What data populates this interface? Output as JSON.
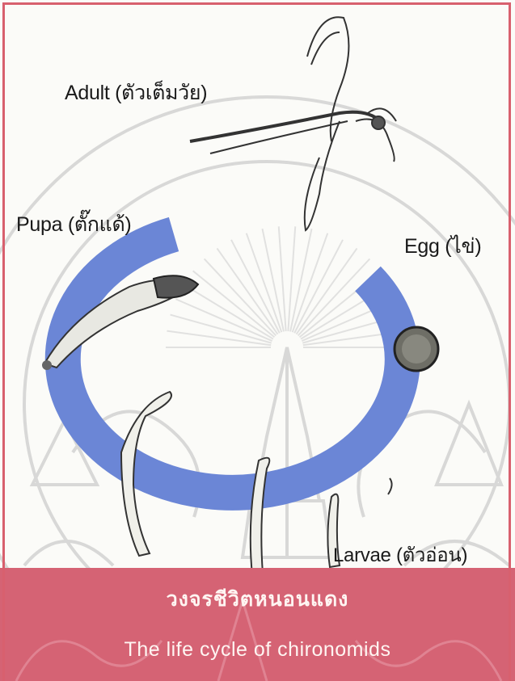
{
  "labels": {
    "adult": "Adult (ตัวเต็มวัย)",
    "pupa": "Pupa (ตั๊กแด้)",
    "egg": "Egg (ไข่)",
    "larvae": "Larvae (ตัวอ่อน)"
  },
  "caption": {
    "thai": "วงจรชีวิตหนอนแดง",
    "english": "The life cycle of chironomids"
  },
  "colors": {
    "cycle_ring": "#6b86d6",
    "caption_band": "#d56374",
    "border": "#d8606e",
    "watermark": "#b0b0b0"
  }
}
